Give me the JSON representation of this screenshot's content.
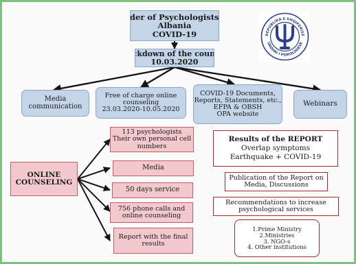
{
  "title_box": [
    "Order of Psychologists of",
    "Albania",
    "COVID-19"
  ],
  "logo": {
    "ring_text": [
      "REPUBLIKA E SHQIPERISE",
      "URDHRI I PSIKOLOGEVE"
    ],
    "symbol": "psi-symbol",
    "color": "#2b3f8c"
  },
  "lockdown_box": [
    "Lockdown of the country",
    "10.03.2020"
  ],
  "top_row": [
    [
      "Media",
      "communication"
    ],
    [
      "Free of charge online",
      "counseling",
      "23.03.2020-10.05.2020"
    ],
    [
      "COVID-19 Documents,",
      "Reports, Statements, etc.,",
      "EFPA & OBSH",
      "OPA website"
    ],
    [
      "Webinars"
    ]
  ],
  "online_box": [
    "ONLINE",
    "COUNSELING"
  ],
  "counseling_items": [
    [
      "113 psychologists",
      "Their own personal cell",
      "numbers"
    ],
    [
      "Media"
    ],
    [
      "50 days service"
    ],
    [
      "756 phone calls and",
      "online counseling"
    ],
    [
      "Report with the final",
      "results"
    ]
  ],
  "results_box": [
    "Results of the REPORT",
    "Overlap symptoms",
    "Earthquake + COVID-19"
  ],
  "publication_box": [
    "Publication of the Report on",
    "Media, Discussions"
  ],
  "recommendations_box": [
    "Recommendations to increase",
    "psychological services"
  ],
  "institutions_box": [
    "1.Prime Ministry",
    "2.Ministries",
    "3. NGO-s",
    "4. Other institutions"
  ],
  "colors": {
    "blue_fill": "#c5d5e9",
    "pink_fill": "#f4c9cd",
    "arrow": "#151515",
    "frame": "#7fbf7f"
  }
}
